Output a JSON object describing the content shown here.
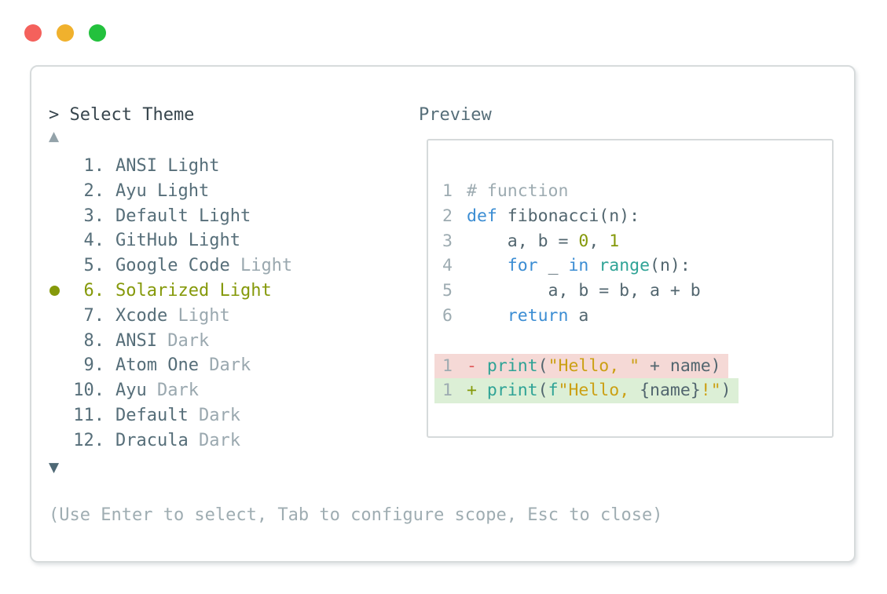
{
  "window": {
    "controls": [
      {
        "name": "close",
        "color": "#f4615c"
      },
      {
        "name": "minimize",
        "color": "#f0b12d"
      },
      {
        "name": "zoom",
        "color": "#23c13d"
      }
    ]
  },
  "theme_selector": {
    "prompt": "> Select Theme",
    "scroll_up_glyph": "▲",
    "scroll_down_glyph": "▼",
    "items": [
      {
        "number": "1.",
        "name": "ANSI",
        "variant": "Light",
        "variant_dim": false,
        "selected": false
      },
      {
        "number": "2.",
        "name": "Ayu",
        "variant": "Light",
        "variant_dim": false,
        "selected": false
      },
      {
        "number": "3.",
        "name": "Default",
        "variant": "Light",
        "variant_dim": false,
        "selected": false
      },
      {
        "number": "4.",
        "name": "GitHub",
        "variant": "Light",
        "variant_dim": false,
        "selected": false
      },
      {
        "number": "5.",
        "name": "Google Code",
        "variant": "Light",
        "variant_dim": true,
        "selected": false
      },
      {
        "number": "6.",
        "name": "Solarized",
        "variant": "Light",
        "variant_dim": false,
        "selected": true
      },
      {
        "number": "7.",
        "name": "Xcode",
        "variant": "Light",
        "variant_dim": true,
        "selected": false
      },
      {
        "number": "8.",
        "name": "ANSI",
        "variant": "Dark",
        "variant_dim": true,
        "selected": false
      },
      {
        "number": "9.",
        "name": "Atom One",
        "variant": "Dark",
        "variant_dim": true,
        "selected": false
      },
      {
        "number": "10.",
        "name": "Ayu",
        "variant": "Dark",
        "variant_dim": true,
        "selected": false
      },
      {
        "number": "11.",
        "name": "Default",
        "variant": "Dark",
        "variant_dim": true,
        "selected": false
      },
      {
        "number": "12.",
        "name": "Dracula",
        "variant": "Dark",
        "variant_dim": true,
        "selected": false
      }
    ],
    "hint": "(Use Enter to select, Tab to configure scope, Esc to close)"
  },
  "preview": {
    "label": "Preview",
    "code_lines": [
      {
        "number": "1",
        "tokens": [
          {
            "text": "# function",
            "type": "comment"
          }
        ]
      },
      {
        "number": "2",
        "tokens": [
          {
            "text": "def",
            "type": "keyword"
          },
          {
            "text": " fibonacci(n):",
            "type": "plain"
          }
        ]
      },
      {
        "number": "3",
        "tokens": [
          {
            "text": "    a, b = ",
            "type": "plain"
          },
          {
            "text": "0",
            "type": "number"
          },
          {
            "text": ", ",
            "type": "plain"
          },
          {
            "text": "1",
            "type": "number"
          }
        ]
      },
      {
        "number": "4",
        "tokens": [
          {
            "text": "    ",
            "type": "plain"
          },
          {
            "text": "for",
            "type": "keyword"
          },
          {
            "text": " _ ",
            "type": "plain"
          },
          {
            "text": "in",
            "type": "keyword"
          },
          {
            "text": " ",
            "type": "plain"
          },
          {
            "text": "range",
            "type": "function"
          },
          {
            "text": "(n):",
            "type": "plain"
          }
        ]
      },
      {
        "number": "5",
        "tokens": [
          {
            "text": "        a, b = b, a + b",
            "type": "plain"
          }
        ]
      },
      {
        "number": "6",
        "tokens": [
          {
            "text": "    ",
            "type": "plain"
          },
          {
            "text": "return",
            "type": "keyword"
          },
          {
            "text": " a",
            "type": "plain"
          }
        ]
      },
      {
        "blank": true
      },
      {
        "number": "1",
        "diff": "removed",
        "tokens": [
          {
            "text": "- ",
            "type": "diff_minus"
          },
          {
            "text": "print",
            "type": "function"
          },
          {
            "text": "(",
            "type": "plain"
          },
          {
            "text": "\"Hello, \"",
            "type": "string"
          },
          {
            "text": " + name)",
            "type": "plain"
          }
        ]
      },
      {
        "number": "1",
        "diff": "added",
        "tokens": [
          {
            "text": "+ ",
            "type": "diff_plus"
          },
          {
            "text": "print",
            "type": "function"
          },
          {
            "text": "(",
            "type": "plain"
          },
          {
            "text": "f",
            "type": "function"
          },
          {
            "text": "\"Hello, ",
            "type": "string"
          },
          {
            "text": "{name}",
            "type": "plain"
          },
          {
            "text": "!\"",
            "type": "string"
          },
          {
            "text": ")",
            "type": "plain"
          }
        ]
      }
    ]
  },
  "colors": {
    "title_text": "#37454d",
    "list_text": "#566e79",
    "dim_text": "#9aa8af",
    "selected_accent": "#85990a",
    "scroll_up": "#93a2a9",
    "scroll_down": "#4e6875",
    "hint_text": "#9fadb2",
    "line_number": "#9dabb1",
    "comment": "#9dabb1",
    "keyword": "#3b8dd3",
    "function": "#2fa396",
    "string": "#cba014",
    "number": "#85990a",
    "plain": "#52666f",
    "diff_minus": "#e05b5b",
    "diff_plus": "#85990a",
    "diff_removed_bg": "#f5d9d6",
    "diff_added_bg": "#dcefd6",
    "panel_border": "#d7dbdc"
  }
}
